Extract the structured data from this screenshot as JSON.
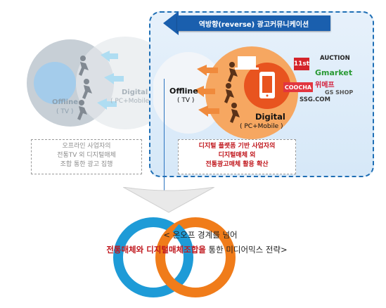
{
  "banner": {
    "label": "역방향(reverse) 광고커뮤니케이션"
  },
  "left_panel": {
    "offline_label": "Offline",
    "offline_sub": "( TV )",
    "digital_label": "Digital",
    "digital_sub": "( PC+Mobile )",
    "description": [
      "오프라인 사업자의",
      "전통TV 외 디지털매체",
      "조합 통한 광고 집행"
    ]
  },
  "right_panel": {
    "offline_label": "Offline",
    "offline_sub": "( TV )",
    "digital_label": "Digital",
    "digital_sub": "( PC+Mobile )",
    "description": [
      "디지털 플랫폼 기반 사업자의",
      "디지털매체 외",
      "전통광고매체 활용 확산"
    ],
    "brands": [
      "AUCTION",
      "Gmarket",
      "위메프",
      "COOCHA",
      "SSG.COM",
      "GS SHOP",
      "11st"
    ]
  },
  "conclusion": {
    "line1": "< 온오프 경계를 넘어",
    "line2_red": "전통매체와 디지털매체조합을",
    "line2_rest": " 통한 미디어믹스 전략>"
  },
  "colors": {
    "accent_blue": "#1a5fae",
    "red": "#c0161c",
    "orange": "#f07c1a",
    "cyan": "#1e9bd7"
  }
}
